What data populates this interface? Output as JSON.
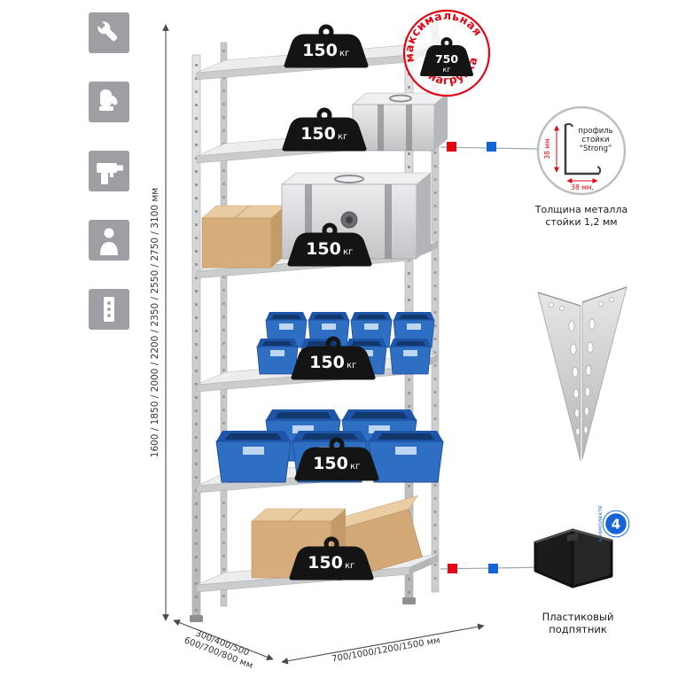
{
  "icons": {
    "left_column": [
      "wrench-icon",
      "gloves-icon",
      "drill-icon",
      "person-icon",
      "upright-icon"
    ]
  },
  "dimensions": {
    "height_label": "1600 / 1850 / 2000 / 2200 / 2350 / 2550 / 2750 / 3100 мм",
    "depth_label_line1": "300/400/500",
    "depth_label_line2": "600/700/800 мм",
    "width_label": "700/1000/1200/1500 мм"
  },
  "shelf_weight": {
    "value": "150",
    "unit": "кг"
  },
  "stamp": {
    "arc_top": "максимальная",
    "arc_bottom": "нагрузка",
    "value": "750",
    "unit": "кг"
  },
  "profile": {
    "label_line1": "профиль",
    "label_line2": "стойки",
    "label_line3": "“Strong”",
    "dim_vertical": "38 мм",
    "dim_horizontal": "38 мм.",
    "caption_line1": "Толщина металла",
    "caption_line2": "стойки 1,2 мм"
  },
  "foot": {
    "badge_value": "4",
    "badge_label": "в комплекте",
    "caption_line1": "Пластиковый",
    "caption_line2": "подпятник"
  },
  "colors": {
    "accent_red": "#e30613",
    "accent_blue": "#1565d8",
    "metal": "#d7d8da"
  }
}
